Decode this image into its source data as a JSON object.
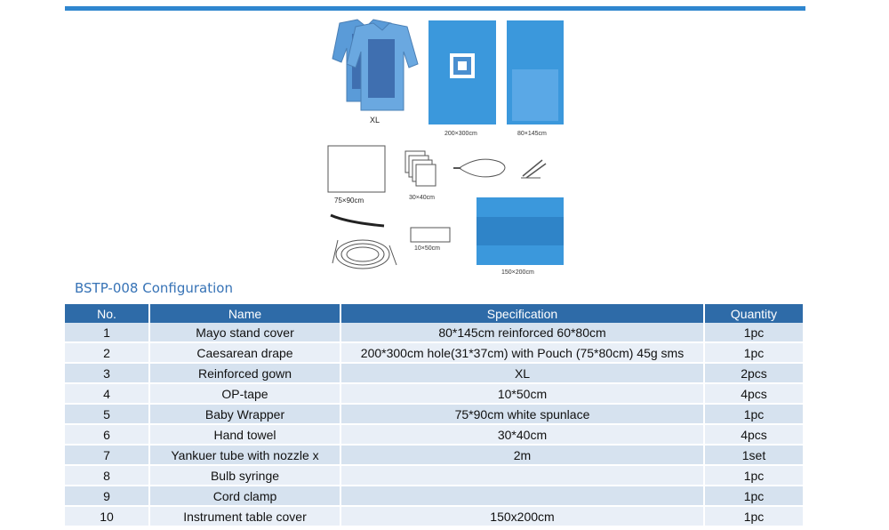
{
  "figure": {
    "gown_size_label": "XL",
    "drape_large_label": "200×300cm",
    "drape_small_label": "80×145cm",
    "wrapper_label": "75×90cm",
    "towel_label": "30×40cm",
    "tape_label": "10×50cm",
    "table_cover_label": "150×200cm"
  },
  "title": "BSTP-008 Configuration",
  "table": {
    "headers": [
      "No.",
      "Name",
      "Specification",
      "Quantity"
    ],
    "rows": [
      [
        "1",
        "Mayo stand cover",
        "80*145cm reinforced 60*80cm",
        "1pc"
      ],
      [
        "2",
        "Caesarean drape",
        "200*300cm hole(31*37cm) with Pouch (75*80cm)   45g sms",
        "1pc"
      ],
      [
        "3",
        "Reinforced gown",
        "XL",
        "2pcs"
      ],
      [
        "4",
        "OP-tape",
        "10*50cm",
        "4pcs"
      ],
      [
        "5",
        "Baby Wrapper",
        "75*90cm  white spunlace",
        "1pc"
      ],
      [
        "6",
        "Hand towel",
        "30*40cm",
        "4pcs"
      ],
      [
        "7",
        "Yankuer tube with nozzle x",
        "2m",
        "1set"
      ],
      [
        "8",
        "Bulb syringe",
        "",
        "1pc"
      ],
      [
        "9",
        "Cord clamp",
        "",
        "1pc"
      ],
      [
        "10",
        "Instrument table cover",
        "150x200cm",
        "1pc"
      ]
    ]
  }
}
